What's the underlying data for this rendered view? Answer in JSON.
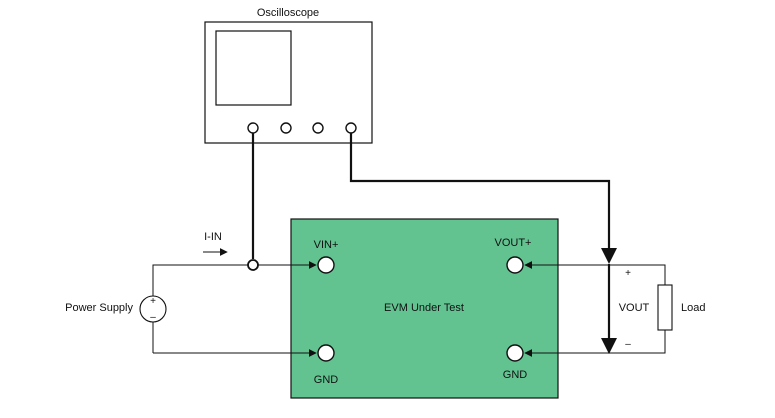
{
  "diagram": {
    "oscilloscope_label": "Oscilloscope",
    "current_label": "I-IN",
    "power_supply_label": "Power Supply",
    "power_plus": "+",
    "power_minus": "–",
    "evm_label": "EVM Under Test",
    "vin_plus_label": "VIN+",
    "gnd_left_label": "GND",
    "vout_plus_label": "VOUT+",
    "gnd_right_label": "GND",
    "vout_label": "VOUT",
    "vout_plus_sign": "+",
    "vout_minus_sign": "–",
    "load_label": "Load"
  },
  "colors": {
    "evm_fill": "#62c391",
    "line": "#111111"
  }
}
